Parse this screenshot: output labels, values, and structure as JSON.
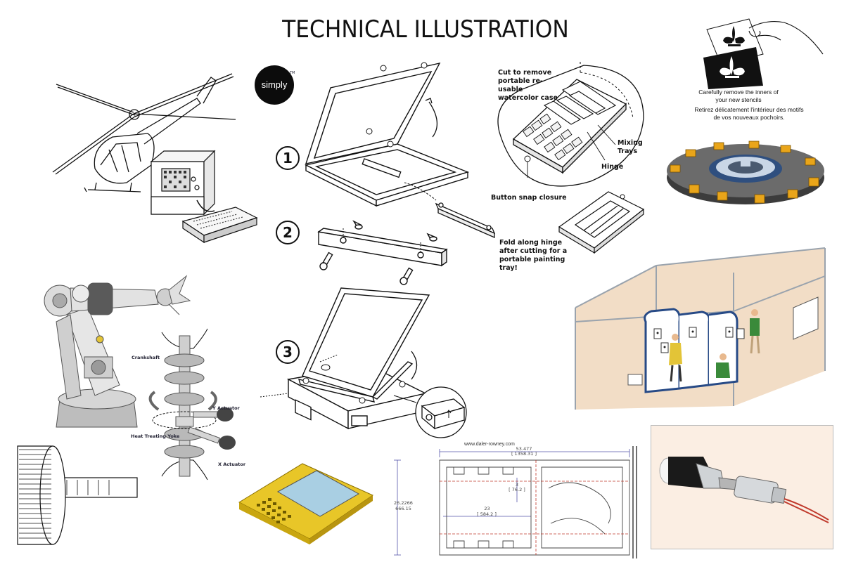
{
  "title": "TECHNICAL ILLUSTRATION",
  "logo": {
    "text": "simply",
    "mark": "TM"
  },
  "steps": [
    "1",
    "2",
    "3"
  ],
  "case_callouts": {
    "cut": "Cut to remove portable re-usable watercolor case",
    "mixing": "Mixing Trays",
    "hinge": "Hinge",
    "snap": "Button snap closure",
    "fold": "Fold along hinge after cutting for a portable painting tray!"
  },
  "stencil": {
    "en": "Carefully remove the inners of your new stencils",
    "fr": "Retirez délicatement l'intérieur des motifs de vos nouveaux pochoirs."
  },
  "crankshaft_labels": {
    "crankshaft": "Crankshaft",
    "y_actuator": "Y Actuator",
    "yoke": "Heat Treating Yoke",
    "x_actuator": "X Actuator"
  },
  "blueprint": {
    "url": "www.daler-rowney.com",
    "width": "53.477",
    "width_mm": "[ 1358.31 ]",
    "height": "26.2266",
    "height_mm": "666.15",
    "d3": "3",
    "d3_mm": "[ 76.2 ]",
    "d23": "23",
    "d23_mm": "[ 584.2 ]"
  },
  "colors": {
    "booth_bg": "#f2ddc6",
    "booth_curtain": "#274a86",
    "cutter_teeth": "#e9a51a",
    "device_yellow": "#e8c628",
    "screen_blue": "#a9cfe3",
    "motor_panel": "#fbeee3",
    "wire_red": "#c0392b"
  }
}
